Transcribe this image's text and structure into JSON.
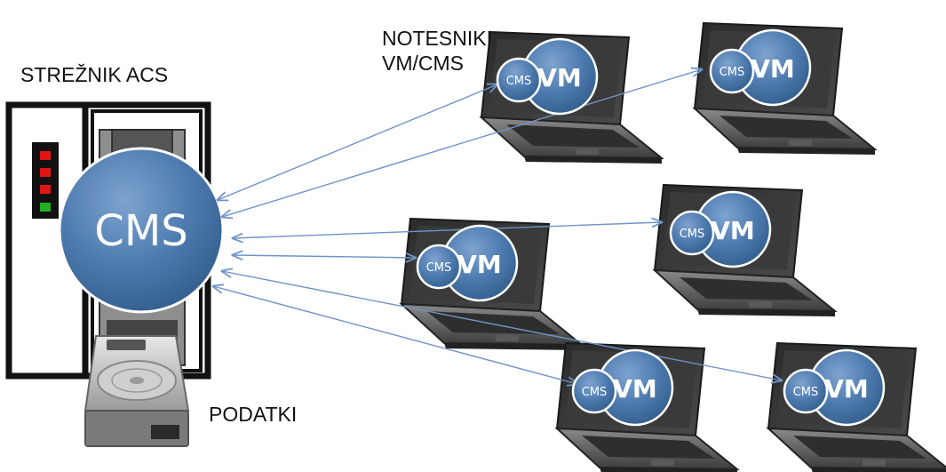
{
  "labels": {
    "server": "STREŽNIK ACS",
    "notebooks_line1": "NOTESNIKI",
    "notebooks_line2": "VM/CMS",
    "data": "PODATKI"
  },
  "server_cms": "CMS",
  "laptops": [
    {
      "cms": "CMS",
      "vm": "VM"
    },
    {
      "cms": "CMS",
      "vm": "VM"
    },
    {
      "cms": "CMS",
      "vm": "VM"
    },
    {
      "cms": "CMS",
      "vm": "VM"
    },
    {
      "cms": "CMS",
      "vm": "VM"
    },
    {
      "cms": "CMS",
      "vm": "VM"
    }
  ],
  "colors": {
    "circle": "#4f7cb0",
    "circle_dark": "#34608f",
    "arrow": "#6f93c8",
    "server_frame": "#111111",
    "led_red": "#e01515",
    "led_green": "#22b022"
  }
}
